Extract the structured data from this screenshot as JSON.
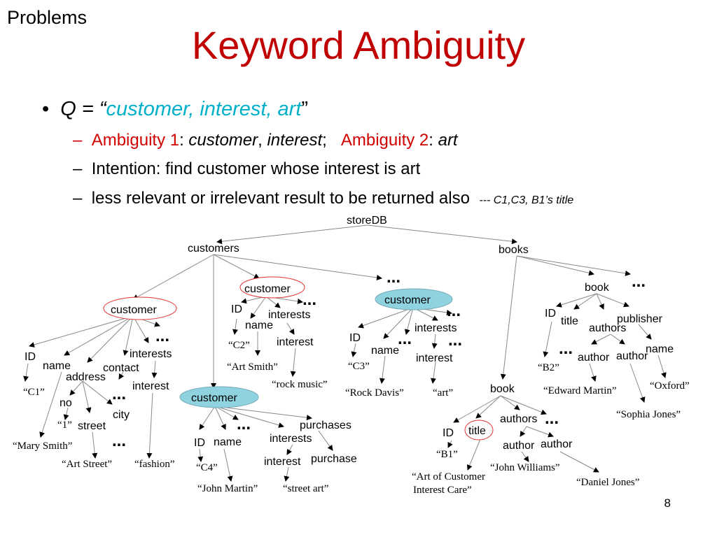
{
  "section": "Problems",
  "title": "Keyword Ambiguity",
  "bullets": {
    "q_prefix": "Q = “",
    "q_value": "customer, interest, art",
    "q_suffix": "”",
    "line1": {
      "a1_label": "Ambiguity 1",
      "a1_sep": ": ",
      "a1_w1": "customer",
      "a1_comma": ", ",
      "a1_w2": "interest",
      "a1_semi": ";",
      "a2_label": "Ambiguity 2",
      "a2_sep": ": ",
      "a2_w": "art"
    },
    "line2": "Intention: find customer whose interest is art",
    "line3": "less relevant or irrelevant result to be returned also",
    "line3_note": "---  C1,C3, B1’s title"
  },
  "page_number": "8",
  "tree": {
    "labels": {
      "storedb": "storeDB",
      "customers": "customers",
      "books": "books",
      "cust1": "customer",
      "c1_id": "ID",
      "c1_name": "name",
      "c1_address": "address",
      "c1_contact": "contact",
      "c1_interests": "interests",
      "c1_interest": "interest",
      "c1_no": "no",
      "c1_street": "street",
      "c1_city": "city",
      "cust2": "customer",
      "c2_id": "ID",
      "c2_name": "name",
      "c2_interests": "interests",
      "c2_interest": "interest",
      "cust3": "customer",
      "c3_id": "ID",
      "c3_name": "name",
      "c3_interests": "interests",
      "c3_interest": "interest",
      "cust4": "customer",
      "c4_id": "ID",
      "c4_name": "name",
      "c4_interests": "interests",
      "c4_interest": "interest",
      "c4_purchases": "purchases",
      "c4_purchase": "purchase",
      "book1": "book",
      "b1_id": "ID",
      "b1_title": "title",
      "b1_authors": "authors",
      "b1_author1": "author",
      "b1_author2": "author",
      "book2": "book",
      "b2_id": "ID",
      "b2_title": "title",
      "b2_authors": "authors",
      "b2_author1": "author",
      "b2_author2": "author",
      "b2_publisher": "publisher",
      "b2_pubname": "name"
    },
    "values": {
      "c1_id": "“C1”",
      "c1_name": "“Mary Smith”",
      "c1_no": "“1”",
      "c1_street": "“Art Street”",
      "c1_interest": "“fashion”",
      "c2_id": "“C2”",
      "c2_name": "“Art Smith”",
      "c2_interest": "“rock music”",
      "c3_id": "“C3”",
      "c3_name": "“Rock Davis”",
      "c3_interest": "“art”",
      "c4_id": "“C4”",
      "c4_name": "“John Martin”",
      "c4_interest": "“street art”",
      "b1_id": "“B1”",
      "b1_title": "“Art of Customer",
      "b1_title2": "Interest Care”",
      "b1_author1": "“John Williams”",
      "b1_author2": "“Daniel Jones”",
      "b2_id": "“B2”",
      "b2_author1": "“Edward Martin”",
      "b2_author2": "“Sophia Jones”",
      "b2_pubname": "“Oxford”"
    },
    "dots": "..."
  },
  "colors": {
    "title": "#c00000",
    "keyword": "#00b0c8",
    "ambiguity": "#d00000",
    "highlight": "#8fd3e0",
    "circle": "#e03030"
  }
}
